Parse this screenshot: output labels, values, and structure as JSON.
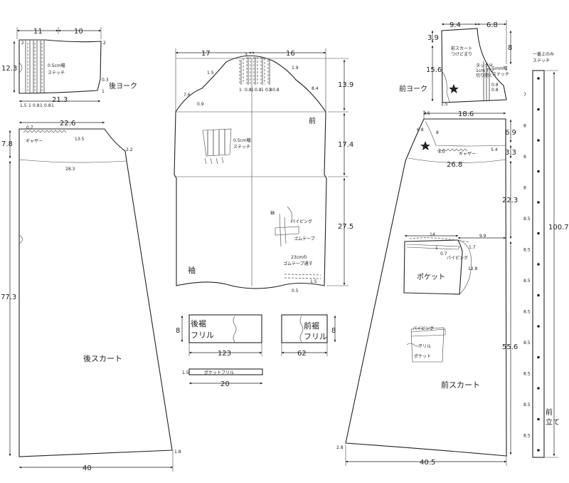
{
  "pieces": {
    "back_yoke": {
      "label": "後ヨーク",
      "stitch_note_1": "0.5cm幅",
      "stitch_note_2": "ステッチ",
      "dims": {
        "w_left": "11",
        "w_right": "10",
        "height": "12.3",
        "bottom": "21.3",
        "top_left": "2",
        "right_top": "2",
        "right_side": "0.3",
        "right_bottom": "1",
        "ticks": [
          "1.5",
          "1",
          "0.8",
          "1",
          "0.8",
          "1"
        ]
      }
    },
    "back_skirt": {
      "label": "後スカート",
      "gather": "ギャザー",
      "dims": {
        "top": "22.6",
        "top_gather": "13.5",
        "top_small": "0.7",
        "side_top": "7.8",
        "side_corner": "2.2",
        "curve": "28.3",
        "height": "77.3",
        "hem": "40",
        "hem_corner": "1.8"
      }
    },
    "sleeve": {
      "label": "袖",
      "front": "前",
      "stitch_note_1": "0.5cm幅",
      "stitch_note_2": "ステッチ",
      "piping": "パイピング",
      "elastic": "ゴムテープ",
      "elastic_note_1": "23cmの",
      "elastic_note_2": "ゴムテープ通す",
      "sleeve_small": "袖",
      "dims": {
        "top_left": "17",
        "top_right": "16",
        "cap_height": "13.9",
        "mid": "17.4",
        "lower": "27.5",
        "left_curve": "1.5",
        "right_curve": "1.9",
        "left_small": "7.6",
        "right_small": "8.4",
        "left_tick": "0.9",
        "hem_small": "0.5",
        "elastic_small": "1.5",
        "cap_ticks": [
          "3",
          "1",
          "0.8",
          "1",
          "0.8",
          "1",
          "0.8",
          "1",
          "0.8"
        ]
      }
    },
    "ruffles": {
      "back_ruffle_1": "後裾",
      "back_ruffle_2": "フリル",
      "front_ruffle_1": "前裾",
      "front_ruffle_2": "フリル",
      "pocket_ruffle": "ポケットフリル",
      "dims": {
        "back_h": "8",
        "back_w": "123",
        "front_h": "8",
        "front_w": "62",
        "pocket_w": "20",
        "pocket_h": "1.5"
      }
    },
    "front_yoke": {
      "label": "前ヨーク",
      "note_1": "前スカート",
      "note_2": "つけどまり",
      "tuck_1": "タック分",
      "tuck_2": "1cmずつ",
      "tuck_3": "切り開く",
      "side_note_1": "5mm幅",
      "side_note_2": "ステッチ",
      "dims": {
        "top_left": "9.4",
        "top_right": "6.8",
        "side_top": "3.9",
        "side_main": "15.6",
        "right_h": "8",
        "tick1": "0.8",
        "tick2": "0.8",
        "tick3": "1.5"
      }
    },
    "front_skirt": {
      "label": "前スカート",
      "gather": "ギャザー",
      "pocket_label": "ポケット",
      "piping": "パイピング",
      "ruffle": "フリル",
      "pocket_small": "ポケット",
      "piping_small": "パイピング",
      "dims": {
        "top": "18.6",
        "top_small": "2.6",
        "side_a": "6.9",
        "side_b": "3.3",
        "curve": "26.8",
        "upper": "22.3",
        "lower": "55.6",
        "hem": "40.5",
        "hem_corner": "2.8",
        "pocket_top": "14",
        "pocket_right": "9.9",
        "pocket_side": "12.8",
        "pocket_tick": "1.7",
        "pocket_small_a": "0.7",
        "pocket_small_b": "1",
        "gather_a": "4.0",
        "gather_b": "5.4",
        "yoke_a": "6.8",
        "yoke_b": "8"
      }
    },
    "front_placket": {
      "label_1": "前",
      "label_2": "立て",
      "top_note_1": "一番上のみ",
      "top_note_2": "ステッチ",
      "length": "100.7",
      "spacings": [
        "7",
        "8",
        "8",
        "8",
        "8.5",
        "8.5",
        "8.5",
        "8.5",
        "8.5",
        "8.5",
        "8.5",
        "8.5"
      ]
    }
  }
}
